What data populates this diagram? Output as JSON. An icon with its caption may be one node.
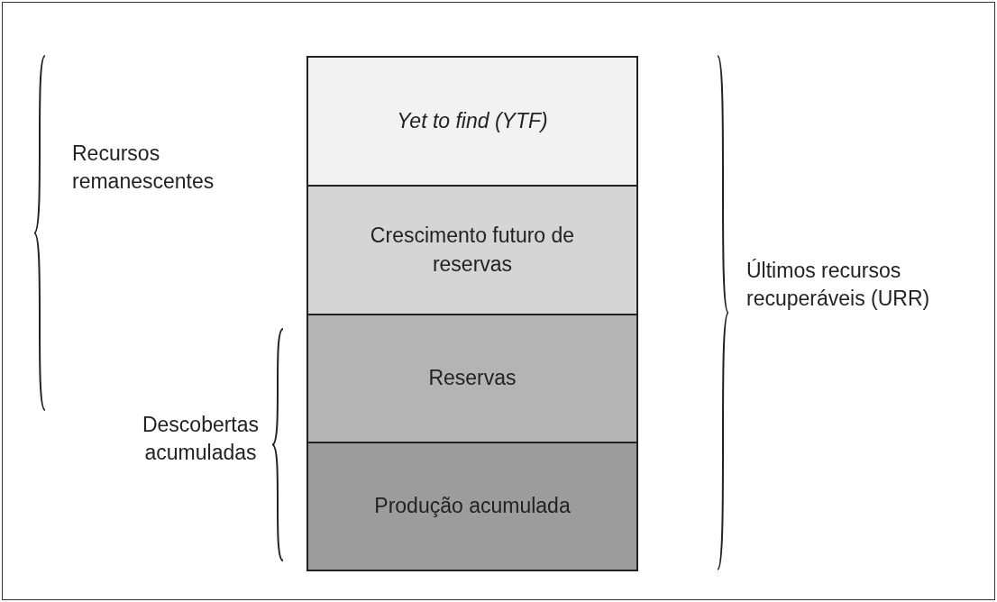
{
  "diagram": {
    "nodes": [
      {
        "text": [
          "Yet to find (YTF)"
        ]
      },
      {
        "text": [
          "Crescimento futuro de reservas"
        ]
      },
      {
        "text": [
          "Reservas"
        ]
      },
      {
        "text": [
          "Produção acumulada"
        ]
      }
    ],
    "labels": [
      "Recursos remanescentes",
      "Descobertas acumuladas",
      "Últimos recursos recuperáveis (URR)"
    ]
  }
}
